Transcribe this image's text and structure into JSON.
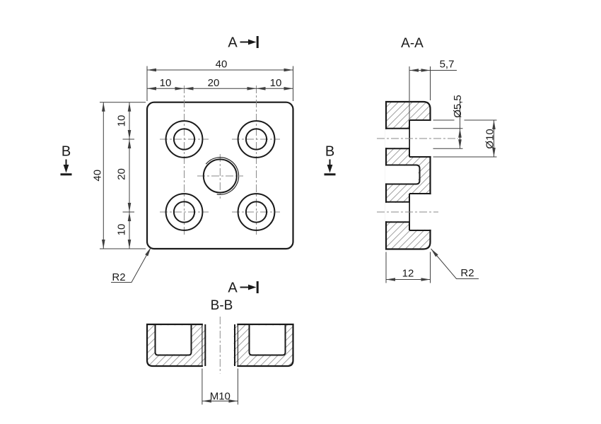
{
  "colors": {
    "line": "#1a1a1a",
    "dimension": "#3f3f3f",
    "centerline": "#8a8a8a",
    "hatch": "#a0a0a0",
    "background": "#ffffff"
  },
  "cutting_planes": {
    "a": "A",
    "b": "B"
  },
  "top_view": {
    "width_total": "40",
    "width_chain": [
      "10",
      "20",
      "10"
    ],
    "height_total": "40",
    "height_chain": [
      "10",
      "20",
      "10"
    ],
    "radius_label": "R2"
  },
  "section_aa": {
    "title": "A-A",
    "counterbore_depth": "5,7",
    "hole_diameter": "Ø5,5",
    "counterbore_diameter": "Ø10",
    "thickness": "12",
    "radius_label": "R2"
  },
  "section_bb": {
    "title": "B-B",
    "thread_label": "M10"
  }
}
